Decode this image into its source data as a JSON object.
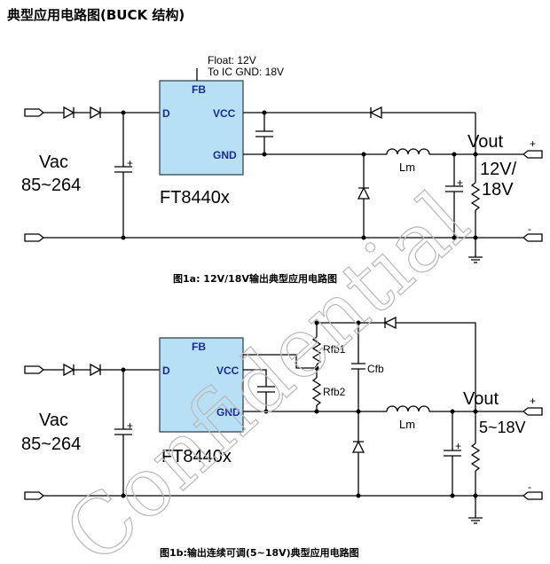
{
  "page": {
    "title": "典型应用电路图(BUCK 结构)"
  },
  "watermark": {
    "text": "Confidential"
  },
  "circuit_a": {
    "input_label": "Vac",
    "input_range": "85~264",
    "chip_name": "FT8440x",
    "pins": {
      "fb": "FB",
      "d": "D",
      "vcc": "VCC",
      "gnd": "GND"
    },
    "fb_note_line1": "Float: 12V",
    "fb_note_line2": "To IC GND: 18V",
    "inductor_label": "Lm",
    "output_label": "Vout",
    "output_value_line1": "12V/",
    "output_value_line2": "18V",
    "plus_sign": "+",
    "minus_sign": "-",
    "caption": "图1a: 12V/18V输出典型应用电路图"
  },
  "circuit_b": {
    "input_label": "Vac",
    "input_range": "85~264",
    "chip_name": "FT8440x",
    "pins": {
      "fb": "FB",
      "d": "D",
      "vcc": "VCC",
      "gnd": "GND"
    },
    "rfb1_label": "Rfb1",
    "rfb2_label": "Rfb2",
    "cfb_label": "Cfb",
    "inductor_label": "Lm",
    "output_label": "Vout",
    "output_value": "5~18V",
    "plus_sign": "+",
    "minus_sign": "-",
    "caption": "图1b:输出连续可调(5~18V)典型应用电路图"
  }
}
